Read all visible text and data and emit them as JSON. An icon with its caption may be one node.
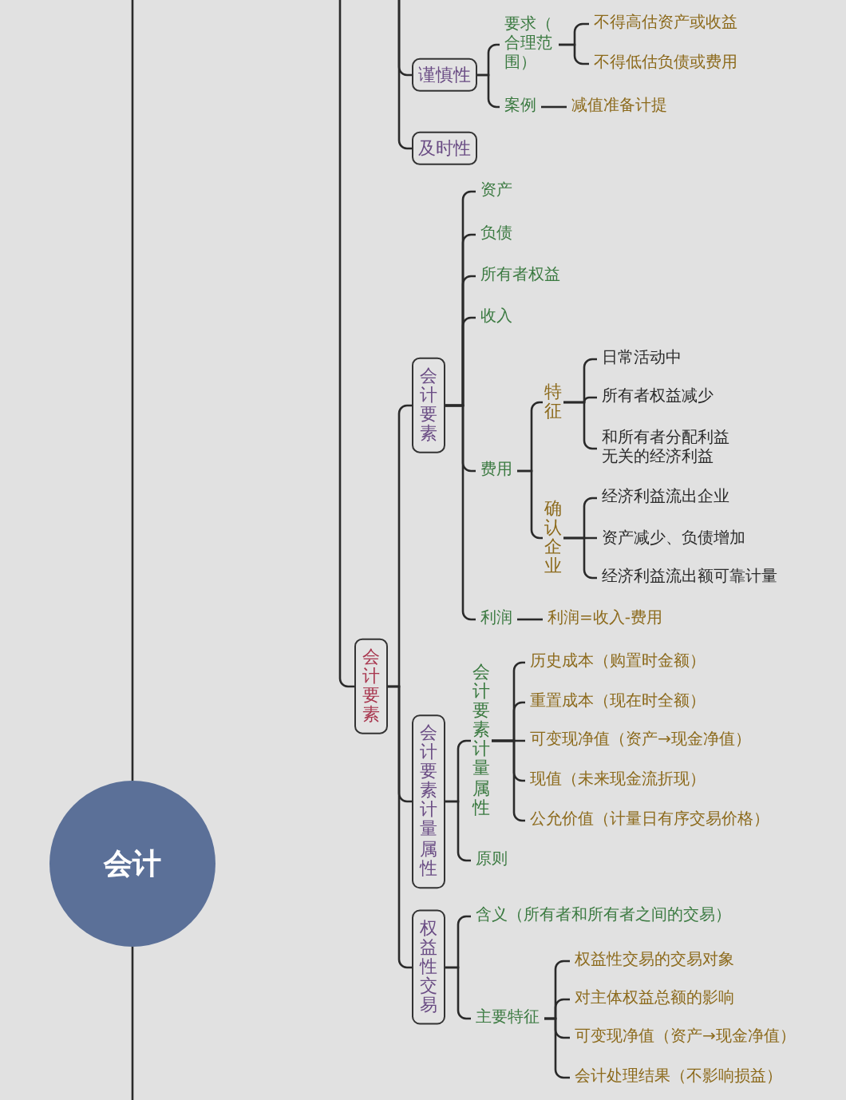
{
  "diagram": {
    "nodes": [
      {
        "text": [
          "会计"
        ]
      },
      {
        "text": [
          "谨慎性"
        ]
      },
      {
        "text": [
          "要求（合理范围）"
        ]
      },
      {
        "text": [
          "不得高估资产或收益"
        ]
      },
      {
        "text": [
          "不得低估负债或费用"
        ]
      },
      {
        "text": [
          "案例"
        ]
      },
      {
        "text": [
          "减值准备计提"
        ]
      },
      {
        "text": [
          "及时性"
        ]
      },
      {
        "text": [
          "会计要素"
        ]
      },
      {
        "text": [
          "资产"
        ]
      },
      {
        "text": [
          "负债"
        ]
      },
      {
        "text": [
          "所有者权益"
        ]
      },
      {
        "text": [
          "收入"
        ]
      },
      {
        "text": [
          "费用"
        ]
      },
      {
        "text": [
          "特征"
        ]
      },
      {
        "text": [
          "日常活动中"
        ]
      },
      {
        "text": [
          "所有者权益减少"
        ]
      },
      {
        "text": [
          "和所有者分配利益无关的经济利益"
        ]
      },
      {
        "text": [
          "确认企业"
        ]
      },
      {
        "text": [
          "经济利益流出企业"
        ]
      },
      {
        "text": [
          "资产减少、负债增加"
        ]
      },
      {
        "text": [
          "经济利益流出额可靠计量"
        ]
      },
      {
        "text": [
          "利润"
        ]
      },
      {
        "text": [
          "利润=收入-费用"
        ]
      },
      {
        "text": [
          "会计要素"
        ]
      },
      {
        "text": [
          "会计要素计量属性"
        ]
      },
      {
        "text": [
          "会计要素计量属性"
        ]
      },
      {
        "text": [
          "历史成本（购置时金额）"
        ]
      },
      {
        "text": [
          "重置成本（现在时全额）"
        ]
      },
      {
        "text": [
          "可变现净值（资产→现金净值）"
        ]
      },
      {
        "text": [
          "现值（未来现金流折现）"
        ]
      },
      {
        "text": [
          "公允价值（计量日有序交易价格）"
        ]
      },
      {
        "text": [
          "原则"
        ]
      },
      {
        "text": [
          "权益性交易"
        ]
      },
      {
        "text": [
          "含义（所有者和所有者之间的交易）"
        ]
      },
      {
        "text": [
          "主要特征"
        ]
      },
      {
        "text": [
          "权益性交易的交易对象"
        ]
      },
      {
        "text": [
          "对主体权益总额的影响"
        ]
      },
      {
        "text": [
          "可变现净值（资产→现金净值）"
        ]
      },
      {
        "text": [
          "会计处理结果（不影响损益）"
        ]
      }
    ],
    "edges": [
      {
        "from": 0,
        "to": null,
        "arrow": "none"
      },
      {
        "from": 0,
        "to": null,
        "arrow": "none"
      },
      {
        "from": null,
        "to": 24,
        "arrow": "none"
      },
      {
        "from": null,
        "to": 1,
        "arrow": "none"
      },
      {
        "from": null,
        "to": 7,
        "arrow": "none"
      },
      {
        "from": 1,
        "to": 2,
        "arrow": "none"
      },
      {
        "from": 1,
        "to": 5,
        "arrow": "none"
      },
      {
        "from": 2,
        "to": 3,
        "arrow": "none"
      },
      {
        "from": 2,
        "to": 4,
        "arrow": "none"
      },
      {
        "from": 5,
        "to": 6,
        "arrow": "none"
      },
      {
        "from": 24,
        "to": 8,
        "arrow": "none"
      },
      {
        "from": 24,
        "to": 25,
        "arrow": "none"
      },
      {
        "from": 24,
        "to": 33,
        "arrow": "none"
      },
      {
        "from": 8,
        "to": 9,
        "arrow": "none"
      },
      {
        "from": 8,
        "to": 10,
        "arrow": "none"
      },
      {
        "from": 8,
        "to": 11,
        "arrow": "none"
      },
      {
        "from": 8,
        "to": 12,
        "arrow": "none"
      },
      {
        "from": 8,
        "to": 13,
        "arrow": "none"
      },
      {
        "from": 8,
        "to": 22,
        "arrow": "none"
      },
      {
        "from": 13,
        "to": 14,
        "arrow": "none"
      },
      {
        "from": 13,
        "to": 18,
        "arrow": "none"
      },
      {
        "from": 14,
        "to": 15,
        "arrow": "none"
      },
      {
        "from": 14,
        "to": 16,
        "arrow": "none"
      },
      {
        "from": 14,
        "to": 17,
        "arrow": "none"
      },
      {
        "from": 18,
        "to": 19,
        "arrow": "none"
      },
      {
        "from": 18,
        "to": 20,
        "arrow": "none"
      },
      {
        "from": 18,
        "to": 21,
        "arrow": "none"
      },
      {
        "from": 22,
        "to": 23,
        "arrow": "none"
      },
      {
        "from": 25,
        "to": 26,
        "arrow": "none"
      },
      {
        "from": 25,
        "to": 32,
        "arrow": "none"
      },
      {
        "from": 26,
        "to": 27,
        "arrow": "none"
      },
      {
        "from": 26,
        "to": 28,
        "arrow": "none"
      },
      {
        "from": 26,
        "to": 29,
        "arrow": "none"
      },
      {
        "from": 26,
        "to": 30,
        "arrow": "none"
      },
      {
        "from": 26,
        "to": 31,
        "arrow": "none"
      },
      {
        "from": 33,
        "to": 34,
        "arrow": "none"
      },
      {
        "from": 33,
        "to": 35,
        "arrow": "none"
      },
      {
        "from": 35,
        "to": 36,
        "arrow": "none"
      },
      {
        "from": 35,
        "to": 37,
        "arrow": "none"
      },
      {
        "from": 35,
        "to": 38,
        "arrow": "none"
      },
      {
        "from": 35,
        "to": 39,
        "arrow": "none"
      }
    ]
  }
}
